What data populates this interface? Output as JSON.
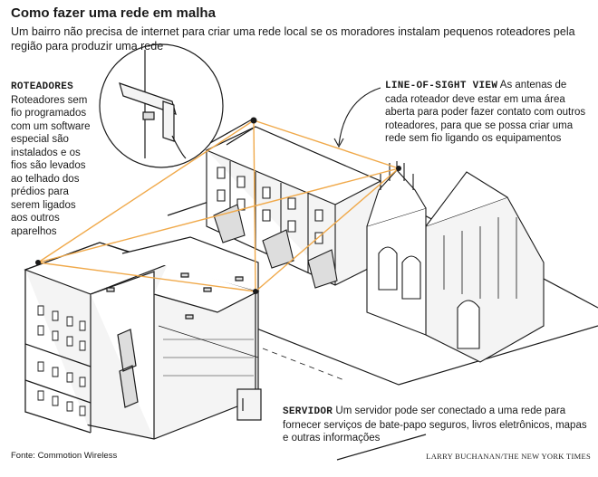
{
  "header": {
    "title": "Como fazer uma rede em malha",
    "subtitle": "Um bairro não precisa de internet para criar uma rede local se os moradores instalam pequenos roteadores pela região para produzir uma rede"
  },
  "labels": {
    "roteadores": {
      "heading": "ROTEADORES",
      "text": "Roteadores sem fio programados com um software especial são instalados e os fios são levados ao telhado dos prédios para serem ligados aos outros aparelhos"
    },
    "line_of_sight": {
      "heading": "LINE-OF-SIGHT VIEW",
      "text": "As antenas de cada roteador deve estar em uma área aberta para poder fazer contato com outros roteadores, para que se possa criar uma rede sem fio ligando os equipamentos"
    },
    "servidor": {
      "heading": "SERVIDOR",
      "text": "Um servidor pode ser conectado a uma rede para fornecer serviços de bate-papo seguros, livros eletrônicos, mapas e outras informações"
    }
  },
  "footer": {
    "source": "Fonte: Commotion Wireless",
    "credit": "LARRY BUCHANAN/THE NEW YORK TIMES"
  },
  "colors": {
    "connection_line": "#f0a94a",
    "ink": "#1a1a1a",
    "street": "#ffffff"
  }
}
